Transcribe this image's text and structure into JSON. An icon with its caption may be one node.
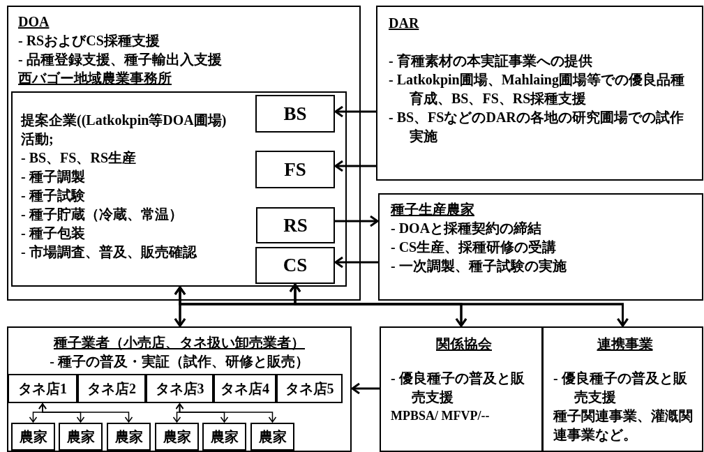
{
  "diagram": {
    "nodes": [
      {
        "text": [
          "DOA",
          "- RSおよびCS採種支援",
          "- 品種登録支援、種子輸出入支援",
          "西バゴー地域農業事務所"
        ]
      },
      {
        "text": [
          "提案企業((Latkokpin等DOA圃場)",
          "活動;",
          "- BS、FS、RS生産",
          "- 種子調製",
          "- 種子試験",
          "- 種子貯蔵（冷蔵、常温）",
          "- 種子包装",
          "- 市場調査、普及、販売確認"
        ],
        "in": 0
      },
      {
        "text": [
          "BS"
        ],
        "in": 1
      },
      {
        "text": [
          "FS"
        ],
        "in": 1
      },
      {
        "text": [
          "RS"
        ],
        "in": 1
      },
      {
        "text": [
          "CS"
        ],
        "in": 1
      },
      {
        "text": [
          "DAR",
          "- 育種素材の本実証事業への提供",
          "- Latkokpin圃場、Mahlaing圃場等での優良品種育成、BS、FS、RS採種支援",
          "- BS、FSなどのDARの各地の研究圃場での試作実施"
        ]
      },
      {
        "text": [
          "種子生産農家",
          "- DOAと採種契約の締結",
          "- CS生産、採種研修の受講",
          "- 一次調製、種子試験の実施"
        ]
      },
      {
        "text": [
          "種子業者（小売店、タネ扱い卸売業者）",
          "- 種子の普及・実証（試作、研修と販売）"
        ]
      },
      {
        "text": [
          "タネ店1"
        ],
        "in": 8
      },
      {
        "text": [
          "タネ店2"
        ],
        "in": 8
      },
      {
        "text": [
          "タネ店3"
        ],
        "in": 8
      },
      {
        "text": [
          "タネ店4"
        ],
        "in": 8
      },
      {
        "text": [
          "タネ店5"
        ],
        "in": 8
      },
      {
        "text": [
          "農家"
        ],
        "in": 8
      },
      {
        "text": [
          "農家"
        ],
        "in": 8
      },
      {
        "text": [
          "農家"
        ],
        "in": 8
      },
      {
        "text": [
          "農家"
        ],
        "in": 8
      },
      {
        "text": [
          "農家"
        ],
        "in": 8
      },
      {
        "text": [
          "農家"
        ],
        "in": 8
      },
      {
        "text": [
          "関係協会",
          "- 優良種子の普及と販売支援",
          "MPBSA/ MFVP/--"
        ]
      },
      {
        "text": [
          "連携事業",
          "- 優良種子の普及と販売支援",
          "種子関連事業、灌漑関連事業など。"
        ]
      }
    ],
    "edges": [
      {
        "from": 6,
        "to": 2,
        "arrow": "to"
      },
      {
        "from": 6,
        "to": 3,
        "arrow": "to"
      },
      {
        "from": 4,
        "to": 7,
        "arrow": "to"
      },
      {
        "from": 7,
        "to": 5,
        "arrow": "to"
      },
      {
        "from": 1,
        "to": 8,
        "arrow": "both"
      },
      {
        "from": 5,
        "to": 8,
        "arrow": "both"
      },
      {
        "from": 1,
        "to": 20,
        "arrow": "both"
      },
      {
        "from": 5,
        "to": 20,
        "arrow": "both"
      },
      {
        "from": 1,
        "to": 21,
        "arrow": "both"
      },
      {
        "from": 5,
        "to": 21,
        "arrow": "both"
      },
      {
        "from": 20,
        "to": 8,
        "arrow": "to"
      },
      {
        "from": 9,
        "to": 14,
        "arrow": "both"
      },
      {
        "from": 9,
        "to": 15,
        "arrow": "both"
      },
      {
        "from": 9,
        "to": 16,
        "arrow": "both"
      },
      {
        "from": 11,
        "to": 17,
        "arrow": "both"
      },
      {
        "from": 11,
        "to": 18,
        "arrow": "both"
      },
      {
        "from": 11,
        "to": 19,
        "arrow": "both"
      }
    ]
  }
}
